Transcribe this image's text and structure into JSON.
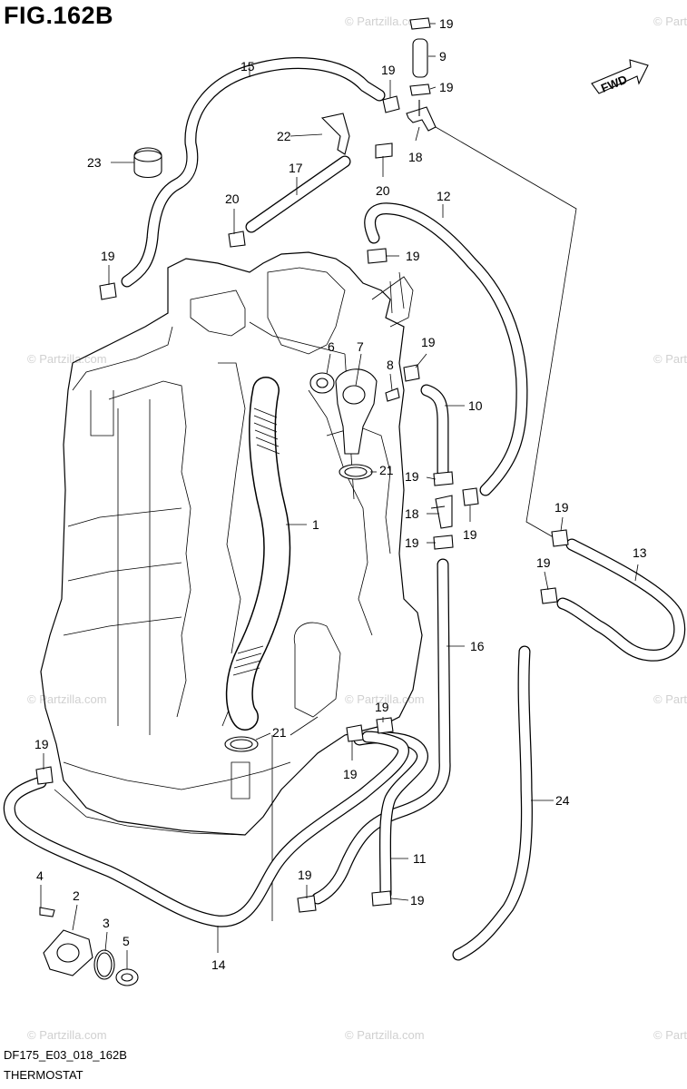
{
  "figure": {
    "title": "FIG.162B",
    "code": "DF175_E03_018_162B",
    "name": "THERMOSTAT",
    "fwd_label": "FWD"
  },
  "watermarks": [
    "© Partzilla.com"
  ],
  "callouts": {
    "c1": "1",
    "c2": "2",
    "c3": "3",
    "c4": "4",
    "c5": "5",
    "c6": "6",
    "c7": "7",
    "c8": "8",
    "c9": "9",
    "c10": "10",
    "c11": "11",
    "c12": "12",
    "c13": "13",
    "c14": "14",
    "c15": "15",
    "c16": "16",
    "c17": "17",
    "c18": "18",
    "c19": "19",
    "c20": "20",
    "c21": "21",
    "c22": "22",
    "c23": "23",
    "c24": "24"
  }
}
